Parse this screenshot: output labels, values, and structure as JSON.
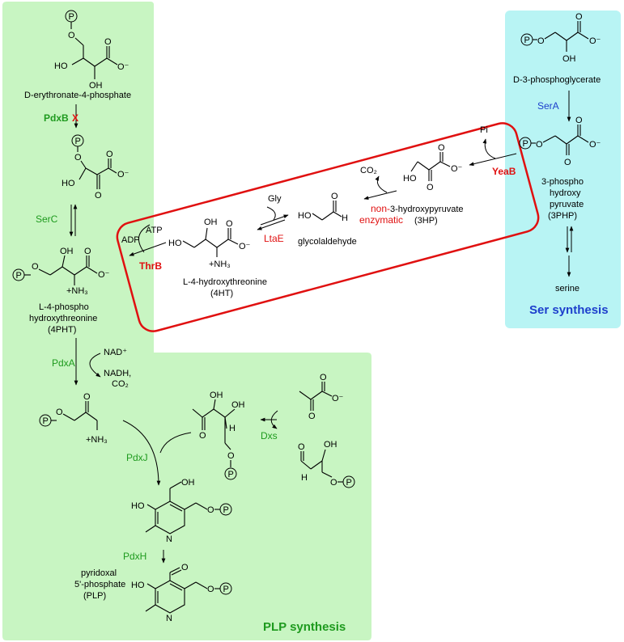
{
  "colors": {
    "plp_region": "#c8f5c2",
    "ser_region": "#b8f4f4",
    "box_stroke": "#e01010",
    "green_text": "#1e9a1e",
    "red_text": "#e01010",
    "blue_text": "#1d3fcc"
  },
  "regions": {
    "plp_title": "PLP synthesis",
    "ser_title": "Ser synthesis"
  },
  "phosphate_symbol": "P",
  "compounds": {
    "d_erythronate_4p": [
      "D-erythronate-4-phosphate"
    ],
    "l_4_phospho_hydroxythreonine": [
      "L-4-phospho",
      "hydroxythreonine",
      "(4PHT)"
    ],
    "l_4_hydroxythreonine": [
      "L-4-hydroxythreonine",
      "(4HT)"
    ],
    "glycolaldehyde": [
      "glycolaldehyde"
    ],
    "hydroxypyruvate": [
      "3-hydroxypyruvate",
      "(3HP)"
    ],
    "d_3_phosphoglycerate": [
      "D-3-phosphoglycerate"
    ],
    "phosphohydroxypyruvate": [
      "3-phospho",
      "hydroxy",
      "pyruvate",
      "(3PHP)"
    ],
    "serine": [
      "serine"
    ],
    "plp": [
      "pyridoxal",
      "5'-phosphate",
      "(PLP)"
    ]
  },
  "enzymes": {
    "pdxB": "PdxB",
    "pdxB_block": "X",
    "serC": "SerC",
    "thrB": "ThrB",
    "ltaE": "LtaE",
    "yeaB": "YeaB",
    "serA": "SerA",
    "pdxA": "PdxA",
    "pdxJ": "PdxJ",
    "pdxH": "PdxH",
    "dxs": "Dxs",
    "non_enzymatic": [
      "non-",
      "enzymatic"
    ]
  },
  "cofactors": {
    "atp": "ATP",
    "adp": "ADP",
    "gly": "Gly",
    "co2": "CO₂",
    "pi": "Pi",
    "nad": "NAD⁺",
    "nadh": "NADH,",
    "nadh_co2": "CO₂"
  },
  "atoms": {
    "o": "O",
    "oh": "OH",
    "ho": "HO",
    "o_minus": "O⁻",
    "h": "H",
    "n": "N",
    "nh3_plus": "+NH₃"
  }
}
